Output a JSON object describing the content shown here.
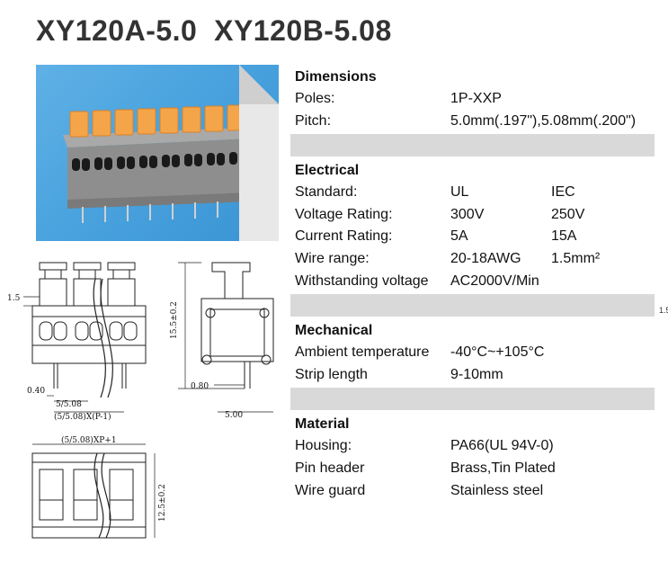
{
  "title": "XY120A-5.0  XY120B-5.08",
  "dimensions": {
    "heading": "Dimensions",
    "rows": [
      {
        "label": "Poles:",
        "value": "1P-XXP"
      },
      {
        "label": "Pitch:",
        "value": "5.0mm(.197\"),5.08mm(.200\")"
      }
    ]
  },
  "electrical": {
    "heading": "Electrical",
    "rows": [
      {
        "label": "Standard:",
        "ul": "UL",
        "iec": "IEC"
      },
      {
        "label": "Voltage Rating:",
        "ul": "300V",
        "iec": "250V"
      },
      {
        "label": "Current Rating:",
        "ul": "5A",
        "iec": "15A"
      },
      {
        "label": "Wire range:",
        "ul": "20-18AWG",
        "iec": "1.5mm²"
      },
      {
        "label": "Withstanding voltage",
        "ul": "AC2000V/Min",
        "iec": ""
      }
    ]
  },
  "mechanical": {
    "heading": "Mechanical",
    "rows": [
      {
        "label": "Ambient temperature",
        "value": "-40°C~+105°C"
      },
      {
        "label": "Strip length",
        "value": "9-10mm"
      }
    ]
  },
  "material": {
    "heading": "Material",
    "rows": [
      {
        "label": "Housing:",
        "value": "PA66(UL 94V-0)"
      },
      {
        "label": "Pin header",
        "value": "Brass,Tin Plated"
      },
      {
        "label": "Wire guard",
        "value": "Stainless steel"
      }
    ]
  },
  "drawing_labels": {
    "front_height": "1.5",
    "front_pin": "0.40",
    "front_pitch": "5/5.08",
    "front_total": "(5/5.08)X(P-1)",
    "side_height": "15.5±0.2",
    "side_pin": "0.80",
    "side_width": "5.00",
    "top_total": "(5/5.08)XP+1",
    "top_depth": "12.5±0.2"
  },
  "edge_note": "1.5",
  "colors": {
    "photo_bg": "#4aa3de",
    "lever": "#f4a54a",
    "housing": "#8e8e8e",
    "band": "#d9d9d9"
  }
}
